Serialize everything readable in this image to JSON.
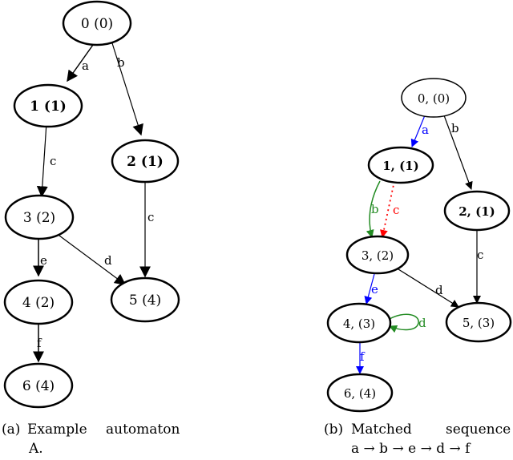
{
  "panel_a": {
    "nodes": [
      {
        "id": "a0",
        "label": "0 (0)"
      },
      {
        "id": "a1",
        "label": "1 (1)"
      },
      {
        "id": "a2",
        "label": "2 (1)"
      },
      {
        "id": "a3",
        "label": "3 (2)"
      },
      {
        "id": "a4",
        "label": "4 (2)"
      },
      {
        "id": "a5",
        "label": "5 (4)"
      },
      {
        "id": "a6",
        "label": "6 (4)"
      }
    ],
    "edges": [
      {
        "from": "a0",
        "to": "a1",
        "label": "a"
      },
      {
        "from": "a0",
        "to": "a2",
        "label": "b"
      },
      {
        "from": "a1",
        "to": "a3",
        "label": "c"
      },
      {
        "from": "a2",
        "to": "a5",
        "label": "c"
      },
      {
        "from": "a3",
        "to": "a4",
        "label": "e"
      },
      {
        "from": "a3",
        "to": "a5",
        "label": "d"
      },
      {
        "from": "a4",
        "to": "a6",
        "label": "f"
      }
    ],
    "caption": {
      "marker": "(a)",
      "word1": "Example",
      "word2": "automaton",
      "line2": "A."
    }
  },
  "panel_b": {
    "nodes": [
      {
        "id": "b0",
        "label": "0, (0)"
      },
      {
        "id": "b1",
        "label": "1, (1)"
      },
      {
        "id": "b2",
        "label": "2, (1)"
      },
      {
        "id": "b3",
        "label": "3, (2)"
      },
      {
        "id": "b4",
        "label": "4, (3)"
      },
      {
        "id": "b5",
        "label": "5, (3)"
      },
      {
        "id": "b6",
        "label": "6, (4)"
      }
    ],
    "edges": [
      {
        "from": "b0",
        "to": "b1",
        "label": "a",
        "color": "#0000ff",
        "style": "solid"
      },
      {
        "from": "b0",
        "to": "b2",
        "label": "b",
        "color": "#000000",
        "style": "solid"
      },
      {
        "from": "b1",
        "to": "b3",
        "label": "b",
        "color": "#228b22",
        "style": "solid"
      },
      {
        "from": "b1",
        "to": "b3",
        "label": "c",
        "color": "#ff0000",
        "style": "dotted"
      },
      {
        "from": "b2",
        "to": "b5",
        "label": "c",
        "color": "#000000",
        "style": "solid"
      },
      {
        "from": "b3",
        "to": "b4",
        "label": "e",
        "color": "#0000ff",
        "style": "solid"
      },
      {
        "from": "b3",
        "to": "b5",
        "label": "d",
        "color": "#000000",
        "style": "solid"
      },
      {
        "from": "b4",
        "to": "b4",
        "label": "d",
        "color": "#228b22",
        "style": "solid"
      },
      {
        "from": "b4",
        "to": "b6",
        "label": "f",
        "color": "#0000ff",
        "style": "solid"
      }
    ],
    "caption": {
      "marker": "(b)",
      "word1": "Matched",
      "word2": "sequence",
      "line2": "a → b → e → d → f"
    }
  }
}
